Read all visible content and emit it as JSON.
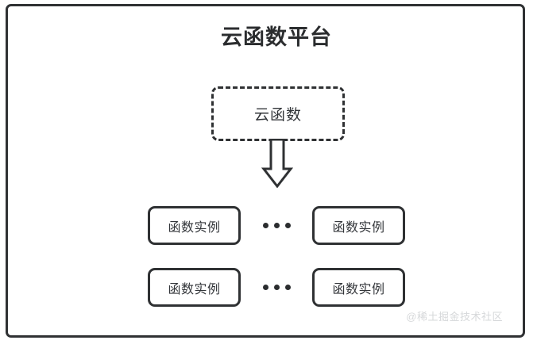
{
  "diagram": {
    "title": "云函数平台",
    "function_node": {
      "label": "云函数",
      "style": "dashed"
    },
    "arrow": {
      "icon": "down-block-arrow",
      "direction": "down"
    },
    "instance_rows": [
      {
        "left": {
          "label": "函数实例"
        },
        "separator": "...",
        "right": {
          "label": "函数实例"
        }
      },
      {
        "left": {
          "label": "函数实例"
        },
        "separator": "...",
        "right": {
          "label": "函数实例"
        }
      }
    ],
    "watermark": "@稀土掘金技术社区",
    "colors": {
      "stroke": "#2f3133",
      "text": "#33363a",
      "background": "#ffffff",
      "watermark": "#d6d8da"
    }
  }
}
